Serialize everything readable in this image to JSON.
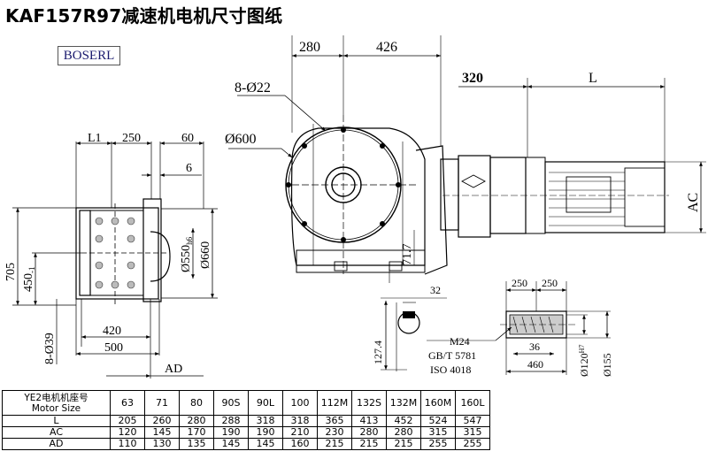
{
  "title": "KAF157R97减速机电机尺寸图纸",
  "brand": "BOSERL",
  "dims": {
    "d280": "280",
    "d426": "426",
    "d320": "320",
    "dL": "L",
    "bolts_top": "8-Ø22",
    "dia600": "Ø600",
    "L1": "L1",
    "d250": "250",
    "d60": "60",
    "d6": "6",
    "d705": "705",
    "d450": "450",
    "d450_sub": "-1",
    "d550": "Ø550",
    "d550_sub": "h6",
    "d660": "Ø660",
    "d420": "420",
    "d500": "500",
    "AD": "AD",
    "bolts_side": "8-Ø39",
    "d71_7": "71.7",
    "AC": "AC",
    "d32": "32",
    "d127_4": "127.4",
    "d250a": "250",
    "d250b": "250",
    "m24": "M24",
    "gbt": "GB/T 5781",
    "iso": "ISO 4018",
    "d36": "36",
    "d460": "460",
    "d120": "Ø120",
    "d120_sub": "H7",
    "d155": "Ø155"
  },
  "table": {
    "header_line1": "YE2电机机座号",
    "header_line2": "Motor Size",
    "sizes": [
      "63",
      "71",
      "80",
      "90S",
      "90L",
      "100",
      "112M",
      "132S",
      "132M",
      "160M",
      "160L"
    ],
    "rows": [
      {
        "label": "L",
        "values": [
          "205",
          "260",
          "280",
          "288",
          "318",
          "318",
          "365",
          "413",
          "452",
          "524",
          "547"
        ]
      },
      {
        "label": "AC",
        "values": [
          "120",
          "145",
          "170",
          "190",
          "190",
          "210",
          "230",
          "280",
          "280",
          "315",
          "315"
        ]
      },
      {
        "label": "AD",
        "values": [
          "110",
          "130",
          "135",
          "145",
          "145",
          "160",
          "215",
          "215",
          "215",
          "255",
          "255"
        ]
      }
    ]
  }
}
